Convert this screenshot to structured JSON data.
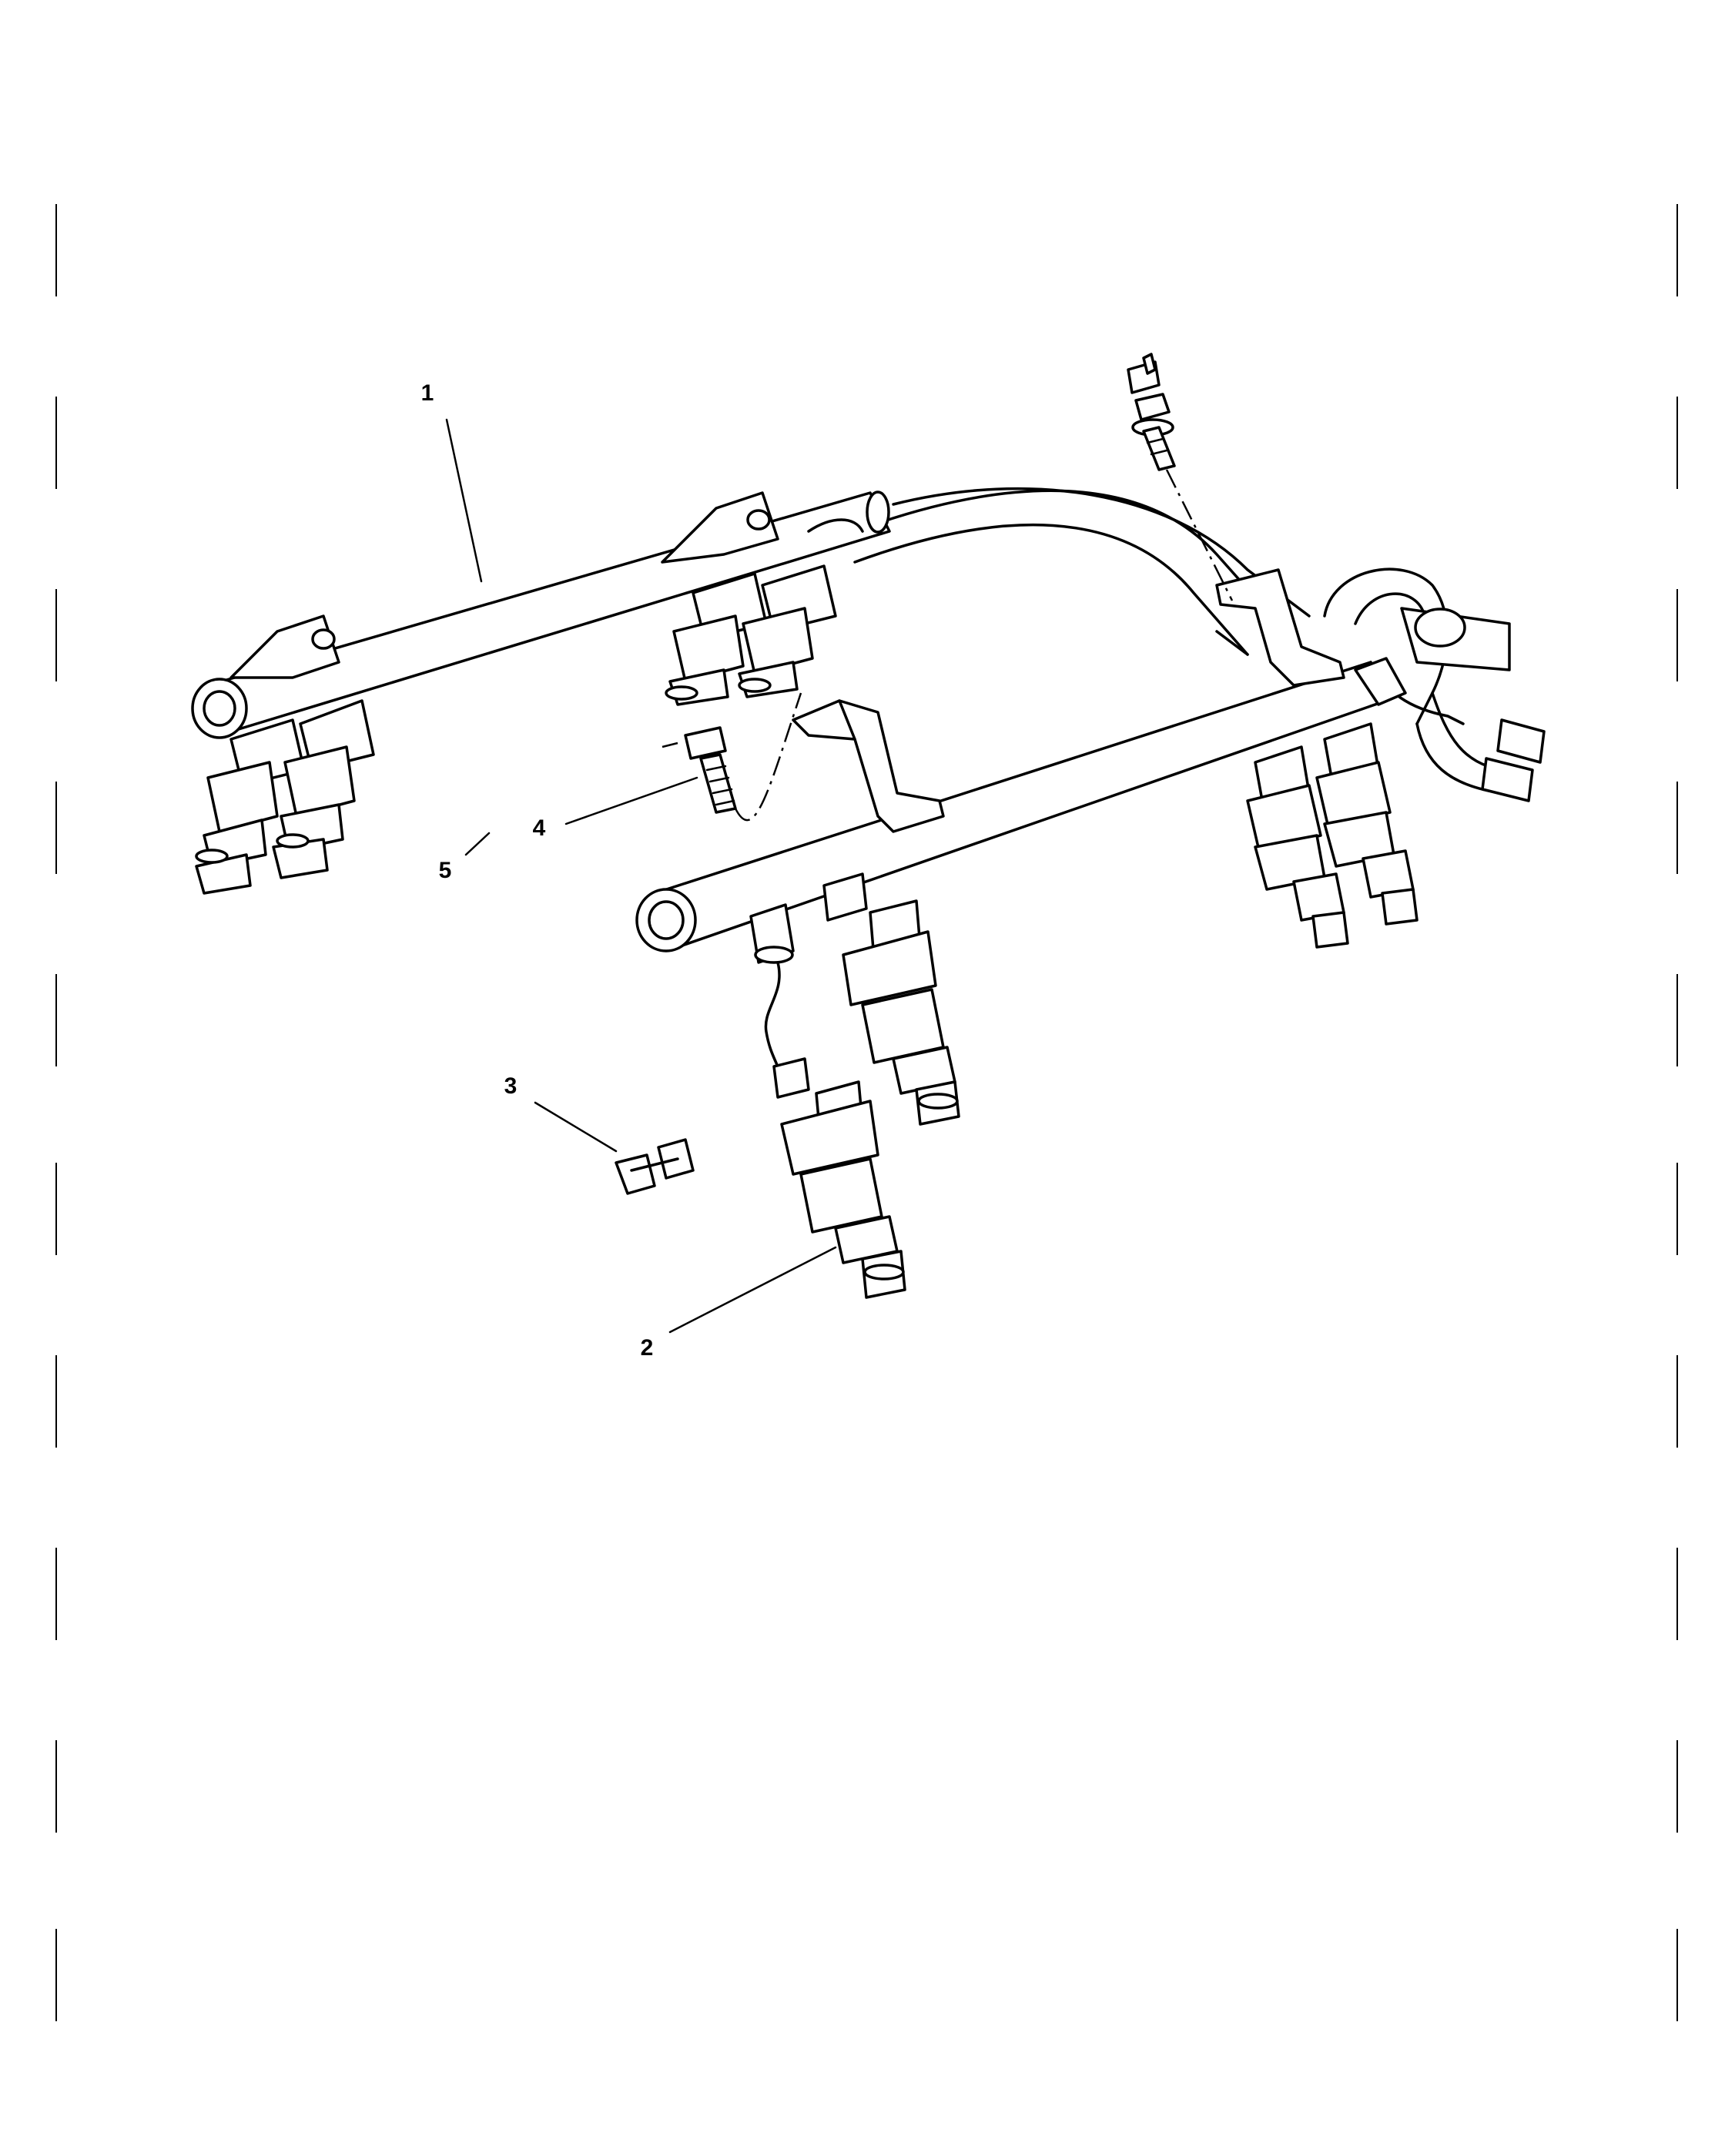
{
  "callouts": [
    {
      "id": "1",
      "label": "1"
    },
    {
      "id": "2",
      "label": "2"
    },
    {
      "id": "3",
      "label": "3"
    },
    {
      "id": "4",
      "label": "4"
    },
    {
      "id": "5",
      "label": "5"
    }
  ],
  "icons": {
    "crop_marks": "crop-mark-icon",
    "fuel_rail": "fuel-rail-icon",
    "fuel_injector": "fuel-injector-icon",
    "injector_clip": "retaining-clip-icon",
    "bolt": "bolt-icon",
    "bracket": "bracket-icon",
    "fuel_hose": "fuel-hose-icon"
  },
  "colors": {
    "line": "#000000",
    "background": "#ffffff"
  }
}
